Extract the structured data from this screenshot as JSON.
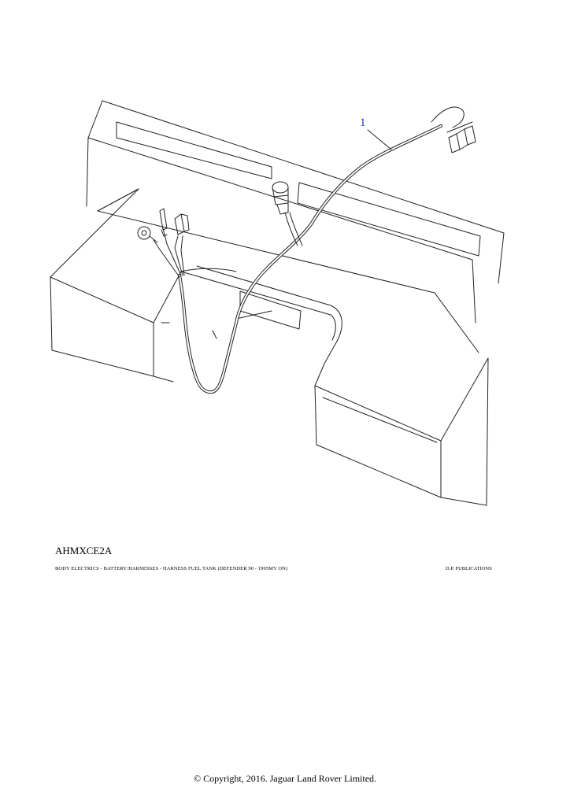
{
  "diagram": {
    "callout_number": "1",
    "illustration_code": "AHMXCE2A",
    "caption_left": "BODY ELECTRICS - BATTERY/HARNESSES - HARNESS FUEL TANK  (DEFENDER 90 - 1995MY ON)",
    "caption_right": "D.P. PUBLICATIONS"
  },
  "footer": {
    "copyright": "© Copyright, 2016. Jaguar Land Rover Limited."
  }
}
